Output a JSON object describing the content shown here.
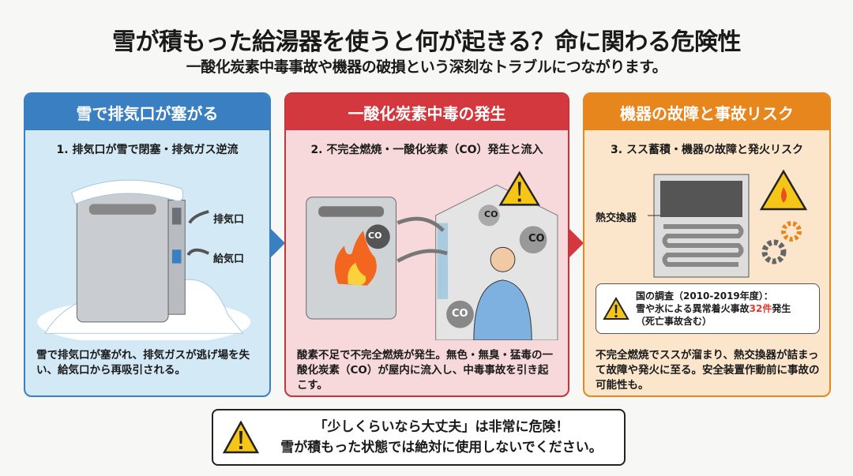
{
  "header": {
    "title": "雪が積もった給湯器を使うと何が起きる？命に関わる危険性",
    "subtitle": "一酸化炭素中毒事故や機器の破損という深刻なトラブルにつながります。"
  },
  "panels": [
    {
      "heading": "雪で排気口が塞がる",
      "step": "1. 排気口が雪で閉塞・排気ガス逆流",
      "labels": [
        "排気口",
        "給気口"
      ],
      "description": "雪で排気口が塞がれ、排気ガスが逃げ場を失い、給気口から再吸引される。"
    },
    {
      "heading": "一酸化炭素中毒の発生",
      "step": "2. 不完全燃焼・一酸化炭素（CO）発生と流入",
      "labels": [
        "CO",
        "CO",
        "CO",
        "CO"
      ],
      "description": "酸素不足で不完全燃焼が発生。無色・無臭・猛毒の一酸化炭素（CO）が屋内に流入し、中毒事故を引き起こす。"
    },
    {
      "heading": "機器の故障と事故リスク",
      "step": "3. スス蓄積・機器の故障と発火リスク",
      "labels": [
        "熱交換器"
      ],
      "survey": {
        "line1": "国の調査（2010-2019年度）：",
        "line2_pre": "雪や氷による異常着火事故",
        "line2_highlight": "32件",
        "line2_post": "発生",
        "line3": "（死亡事故含む）"
      },
      "description": "不完全燃焼でススが溜まり、熱交換器が詰まって故障や発火に至る。安全装置作動前に事故の可能性も。"
    }
  ],
  "warning": {
    "line1": "「少しくらいなら大丈夫」は非常に危険！",
    "line2": "雪が積もった状態では絶対に使用しないでください。"
  },
  "colors": {
    "blue": "#3a7fc1",
    "red": "#d2383d",
    "orange": "#e8861e",
    "warning_yellow": "#f5c518"
  }
}
